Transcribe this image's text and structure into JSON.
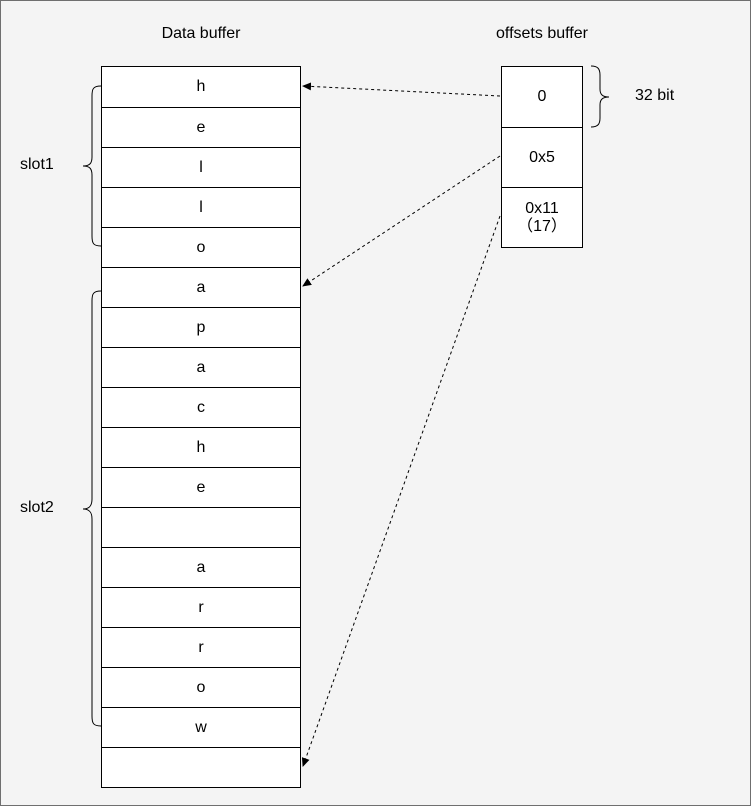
{
  "titles": {
    "data_buffer": "Data buffer",
    "offsets_buffer": "offsets buffer"
  },
  "data_buffer": {
    "cells": [
      "h",
      "e",
      "l",
      "l",
      "o",
      "a",
      "p",
      "a",
      "c",
      "h",
      "e",
      "",
      "a",
      "r",
      "r",
      "o",
      "w",
      ""
    ]
  },
  "offsets_buffer": {
    "cells": [
      {
        "value": "0",
        "note": ""
      },
      {
        "value": "0x5",
        "note": ""
      },
      {
        "value": "0x11",
        "note": "（17）"
      }
    ]
  },
  "slots": [
    {
      "label": "slot1"
    },
    {
      "label": "slot2"
    }
  ],
  "bit_width_label": "32 bit",
  "colors": {
    "background": "#f4f4f4",
    "cell_fill": "#ffffff",
    "stroke": "#000000"
  }
}
